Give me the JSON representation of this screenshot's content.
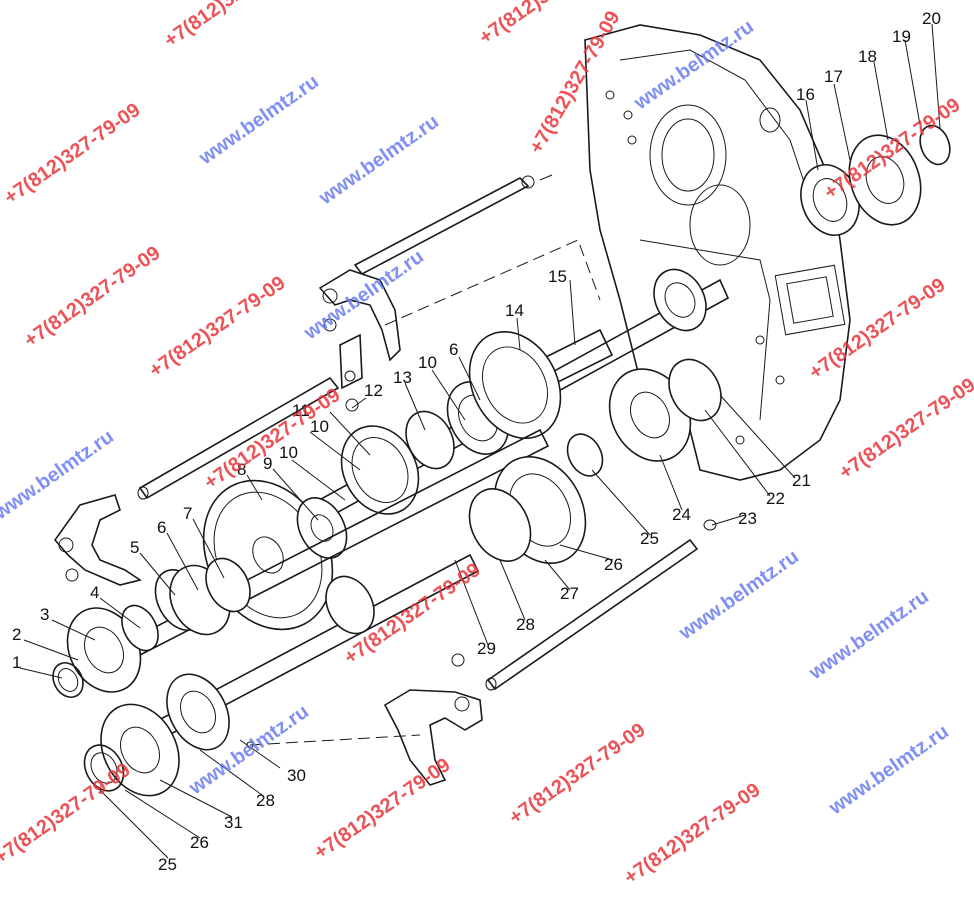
{
  "watermarks": {
    "phone": "+7(812)327-79-09",
    "site": "www.belmtz.ru",
    "phone_color": "#e8363a",
    "site_color": "#6a7cf0"
  },
  "callouts": [
    "1",
    "2",
    "3",
    "4",
    "5",
    "6",
    "7",
    "8",
    "9",
    "10",
    "10",
    "11",
    "12",
    "13",
    "10",
    "6",
    "14",
    "15",
    "16",
    "17",
    "18",
    "19",
    "20",
    "21",
    "22",
    "23",
    "24",
    "25",
    "26",
    "27",
    "28",
    "29",
    "28",
    "30",
    "31",
    "26",
    "25"
  ],
  "colors": {
    "line": "#1a1a1a",
    "background": "#ffffff"
  }
}
